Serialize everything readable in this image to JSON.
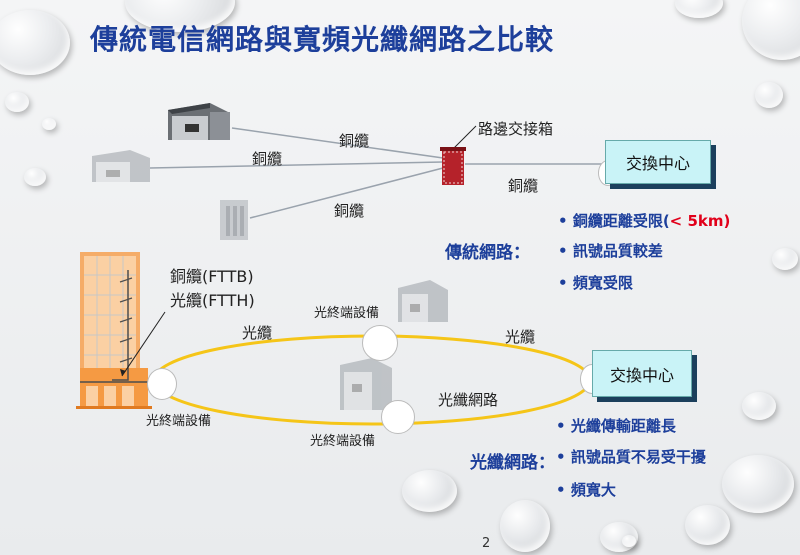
{
  "title": "傳統電信網路與寬頻光纖網路之比較",
  "top": {
    "cable_label_1": "銅纜",
    "cable_label_2": "銅纜",
    "cable_label_3": "銅纜",
    "cable_label_4": "銅纜",
    "cabinet_label": "路邊交接箱",
    "exchange_label": "交換中心",
    "section_label": "傳統網路：",
    "bullets": [
      "銅纜距離受限(",
      "訊號品質較差",
      "頻寬受限"
    ],
    "bullet_highlight": "< 5km)"
  },
  "bottom": {
    "building_label_1": "銅纜(FTTB)",
    "building_label_2": "光纜(FTTH)",
    "fiber_label_1": "光纜",
    "fiber_label_2": "光纜",
    "fiber_network_label": "光纖網路",
    "onu_label_1": "光終端設備",
    "onu_label_2": "光終端設備",
    "onu_label_3": "光終端設備",
    "exchange_label": "交換中心",
    "section_label": "光纖網路：",
    "bullets": [
      "光纖傳輸距離長",
      "訊號品質不易受干擾",
      "頻寬大"
    ]
  },
  "colors": {
    "title": "#1d3f9b",
    "fiber": "#f5c518",
    "accent_red": "#e1001a",
    "box_fill": "#c9f3f7"
  },
  "page_number": "2"
}
